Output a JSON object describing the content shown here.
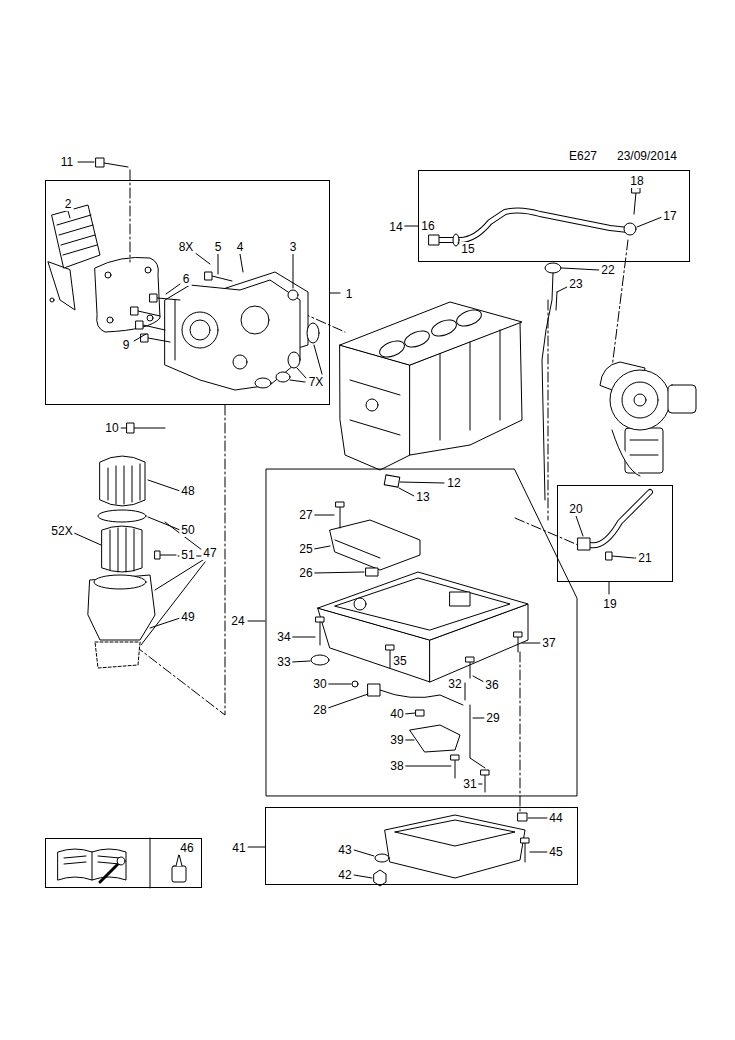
{
  "diagram": {
    "nodes": [
      {
        "text": [
          "1"
        ]
      },
      {
        "text": [
          "14"
        ]
      },
      {
        "text": [
          "24"
        ]
      },
      {
        "text": [
          "19"
        ]
      },
      {
        "text": [
          "41"
        ]
      },
      {
        "text": [
          "46"
        ]
      }
    ],
    "labels": [
      "E627",
      "23/09/2014",
      "11",
      "2",
      "8X",
      "5",
      "4",
      "3",
      "6",
      "9",
      "7X",
      "10",
      "18",
      "16",
      "17",
      "15",
      "22",
      "23",
      "12",
      "13",
      "27",
      "25",
      "26",
      "34",
      "33",
      "35",
      "36",
      "37",
      "30",
      "32",
      "28",
      "40",
      "29",
      "39",
      "38",
      "31",
      "20",
      "21",
      "48",
      "52X",
      "50",
      "51",
      "47",
      "49",
      "44",
      "43",
      "45",
      "42"
    ]
  }
}
